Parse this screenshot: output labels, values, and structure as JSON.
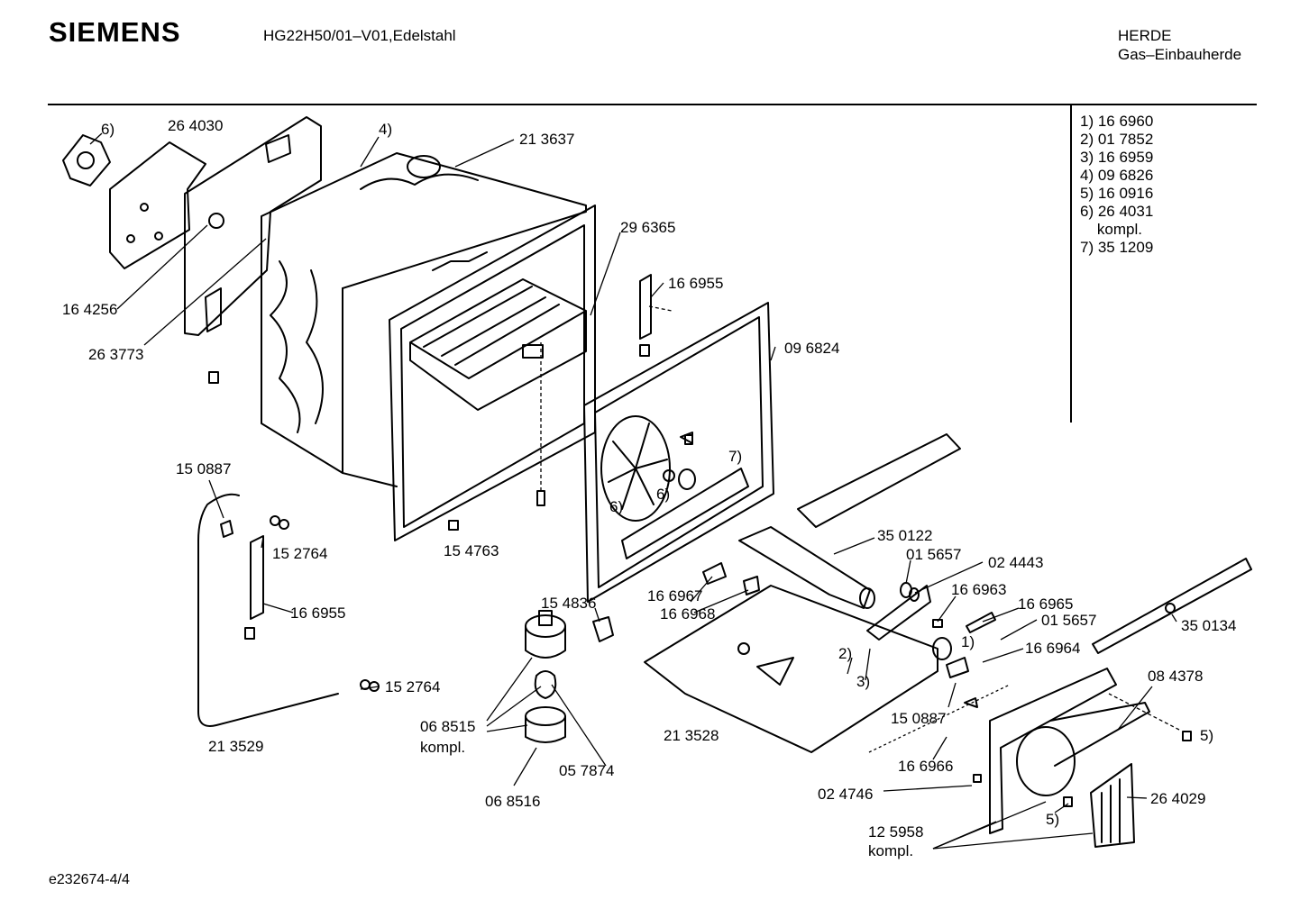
{
  "header": {
    "brand": "SIEMENS",
    "model": "HG22H50/01–V01,Edelstahl",
    "category": "HERDE",
    "subcategory": "Gas–Einbauherde"
  },
  "legend": [
    "1) 16 6960",
    "2) 01 7852",
    "3) 16 6959",
    "4) 09 6826",
    "5) 16 0916",
    "6) 26 4031",
    "    kompl.",
    "7) 35 1209"
  ],
  "callouts": {
    "c_6a": "6)",
    "c_264030": "26 4030",
    "c_4": "4)",
    "c_213637": "21 3637",
    "c_296365": "29 6365",
    "c_166955a": "16 6955",
    "c_164256": "16 4256",
    "c_263773": "26 3773",
    "c_096824": "09 6824",
    "c_7": "7)",
    "c_6b": "6)",
    "c_6c": "6)",
    "c_150887a": "15 0887",
    "c_152764a": "15 2764",
    "c_154763": "15 4763",
    "c_166955b": "16 6955",
    "c_350122": "35 0122",
    "c_015657a": "01 5657",
    "c_024443": "02 4443",
    "c_154836": "15 4836",
    "c_166967": "16 6967",
    "c_166968": "16 6968",
    "c_166963": "16 6963",
    "c_166965": "16 6965",
    "c_015657b": "01 5657",
    "c_350134": "35 0134",
    "c_1": "1)",
    "c_2": "2)",
    "c_166964": "16 6964",
    "c_3": "3)",
    "c_084378": "08 4378",
    "c_152764b": "15 2764",
    "c_068515": "06 8515",
    "c_068515k": "kompl.",
    "c_150887b": "15 0887",
    "c_5a": "5)",
    "c_213529": "21 3529",
    "c_213528": "21 3528",
    "c_057874": "05 7874",
    "c_166966": "16 6966",
    "c_068516": "06 8516",
    "c_024746": "02 4746",
    "c_264029": "26 4029",
    "c_5b": "5)",
    "c_125958": "12 5958",
    "c_125958k": "kompl."
  },
  "footer": {
    "drawing_id": "e232674-4/4"
  }
}
